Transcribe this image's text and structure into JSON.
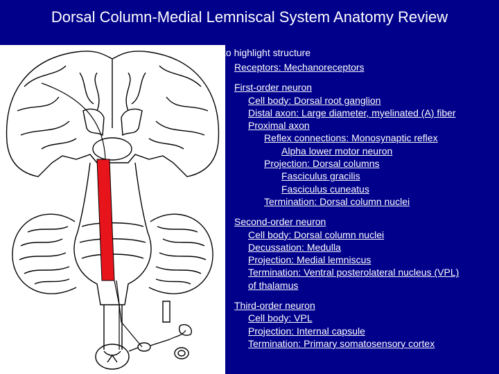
{
  "slide": {
    "title": "Dorsal Column-Medial Lemniscal System Anatomy Review",
    "subtitle": "to highlight structure"
  },
  "colors": {
    "background": "#00008b",
    "text": "#ffffff",
    "pathway": "#e8141c"
  },
  "outline": [
    {
      "text": "Receptors: Mechanoreceptors",
      "level": 0
    },
    {
      "text": "First-order neuron",
      "level": 0,
      "gap": true
    },
    {
      "text": "Cell body: Dorsal root ganglion",
      "level": 1
    },
    {
      "text": "Distal axon: Large diameter, myelinated (A) fiber",
      "level": 1
    },
    {
      "text": "Proximal axon",
      "level": 1
    },
    {
      "text": "Reflex connections: Monosynaptic reflex",
      "level": 2
    },
    {
      "text": "Alpha lower motor neuron",
      "level": 3
    },
    {
      "text": "Projection: Dorsal columns",
      "level": 2
    },
    {
      "text": "Fasciculus gracilis",
      "level": 3
    },
    {
      "text": "Fasciculus cuneatus",
      "level": 3
    },
    {
      "text": "Termination: Dorsal column nuclei",
      "level": 2
    },
    {
      "text": "Second-order neuron",
      "level": 0,
      "gap": true
    },
    {
      "text": "Cell body: Dorsal column nuclei",
      "level": 1
    },
    {
      "text": "Decussation: Medulla",
      "level": 1
    },
    {
      "text": "Projection: Medial lemniscus",
      "level": 1
    },
    {
      "text": "Termination: Ventral posterolateral nucleus (VPL)",
      "level": 1
    },
    {
      "text": "of  thalamus",
      "level": 1
    },
    {
      "text": "Third-order neuron",
      "level": 0,
      "gap": true
    },
    {
      "text": "Cell body: VPL",
      "level": 1
    },
    {
      "text": "Projection: Internal capsule",
      "level": 1
    },
    {
      "text": "Termination: Primary somatosensory cortex",
      "level": 1
    }
  ]
}
